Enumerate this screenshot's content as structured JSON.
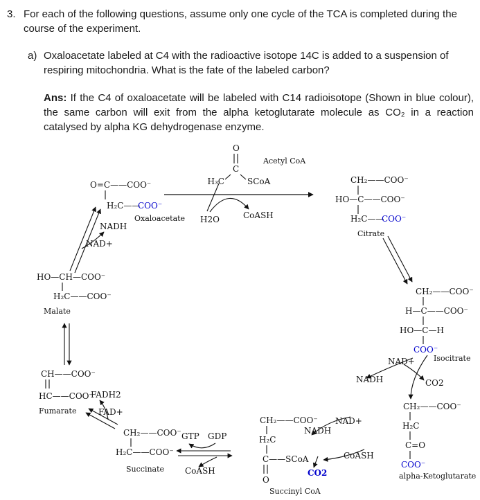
{
  "question": {
    "number": "3.",
    "intro": "For each of the following questions, assume only one cycle of the TCA is completed during the course of the experiment.",
    "part_a_label": "a)",
    "part_a": "Oxaloacetate labeled at C4 with the radioactive isotope 14C is added to a suspension of respiring mitochondria. What is the fate of the labeled carbon?",
    "ans_label": "Ans:",
    "ans_text": "If the C4 of oxaloacetate will be labeled with C14 radioisotope (Shown in blue colour), the same carbon will exit from the alpha ketoglutarate molecule as CO₂ in a reaction catalysed by alpha KG dehydrogenase enzyme."
  },
  "colors": {
    "ink": "#1a1a1a",
    "labeled_carbon_blue": "#0000cc"
  },
  "diagram": {
    "acetyl_coa": {
      "o": "O",
      "c": "C",
      "left": "H₃C",
      "right": "SCoA",
      "label": "Acetyl CoA"
    },
    "oxaloacetate": {
      "row1": "O=C——COO⁻",
      "row2_black": "H₂C——",
      "row2_blue": "COO⁻",
      "label": "Oxaloacetate"
    },
    "citrate": {
      "row1": "CH₂——COO⁻",
      "row2": "HO—C——COO⁻",
      "row3_black": "H₂C——",
      "row3_blue": "COO⁻",
      "label": "Citrate"
    },
    "isocitrate": {
      "row1": "CH₂——COO⁻",
      "row2": "H—C——COO⁻",
      "row3": "HO—C—H",
      "row4_blue": "COO⁻",
      "label": "Isocitrate"
    },
    "alpha_kg": {
      "row1": "CH₂——COO⁻",
      "row2": "H₂C",
      "row3": "C=O",
      "row4_blue": "COO⁻",
      "label": "alpha-Ketoglutarate"
    },
    "succinyl_coa": {
      "row1": "CH₂——COO⁻",
      "row2": "H₂C",
      "row3": "C——SCoA",
      "row4": "O",
      "label": "Succinyl CoA"
    },
    "succinate": {
      "row1": "CH₂——COO⁻",
      "row2": "H₂C——COO⁻",
      "label": "Succinate"
    },
    "fumarate": {
      "row1": "CH——COO⁻",
      "row2": "HC——COO⁻",
      "label": "Fumarate"
    },
    "malate": {
      "row1": "HO—CH—COO⁻",
      "row2": "H₂C——COO⁻",
      "label": "Malate"
    },
    "cofactors": {
      "nadh_mal": "NADH",
      "nad_mal": "NAD+",
      "h2o": "H2O",
      "coash_cit": "CoASH",
      "nad_iso": "NAD+",
      "nadh_iso": "NADH",
      "co2_iso": "CO2",
      "nad_akg": "NAD+",
      "nadh_akg": "NADH",
      "coash_akg": "CoASH",
      "co2_akg": "CO2",
      "fadh2": "FADH2",
      "fad": "FAD+",
      "gtp": "GTP",
      "gdp": "GDP",
      "coash_succ": "CoASH"
    }
  }
}
